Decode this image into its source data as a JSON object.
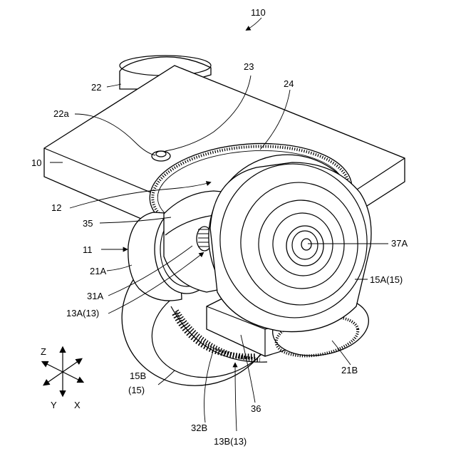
{
  "figure": {
    "ref_number": "110",
    "labels": {
      "l22": "22",
      "l23": "23",
      "l24": "24",
      "l22a": "22a",
      "l10": "10",
      "l12": "12",
      "l35": "35",
      "l11": "11",
      "l37A": "37A",
      "l21A": "21A",
      "l31A": "31A",
      "l15A": "15A(15)",
      "l13A": "13A(13)",
      "l21B": "21B",
      "l15B_1": "15B",
      "l15B_2": "(15)",
      "l36": "36",
      "l32B": "32B",
      "l13B": "13B(13)"
    },
    "axes": {
      "z": "Z",
      "y": "Y",
      "x": "X"
    }
  }
}
